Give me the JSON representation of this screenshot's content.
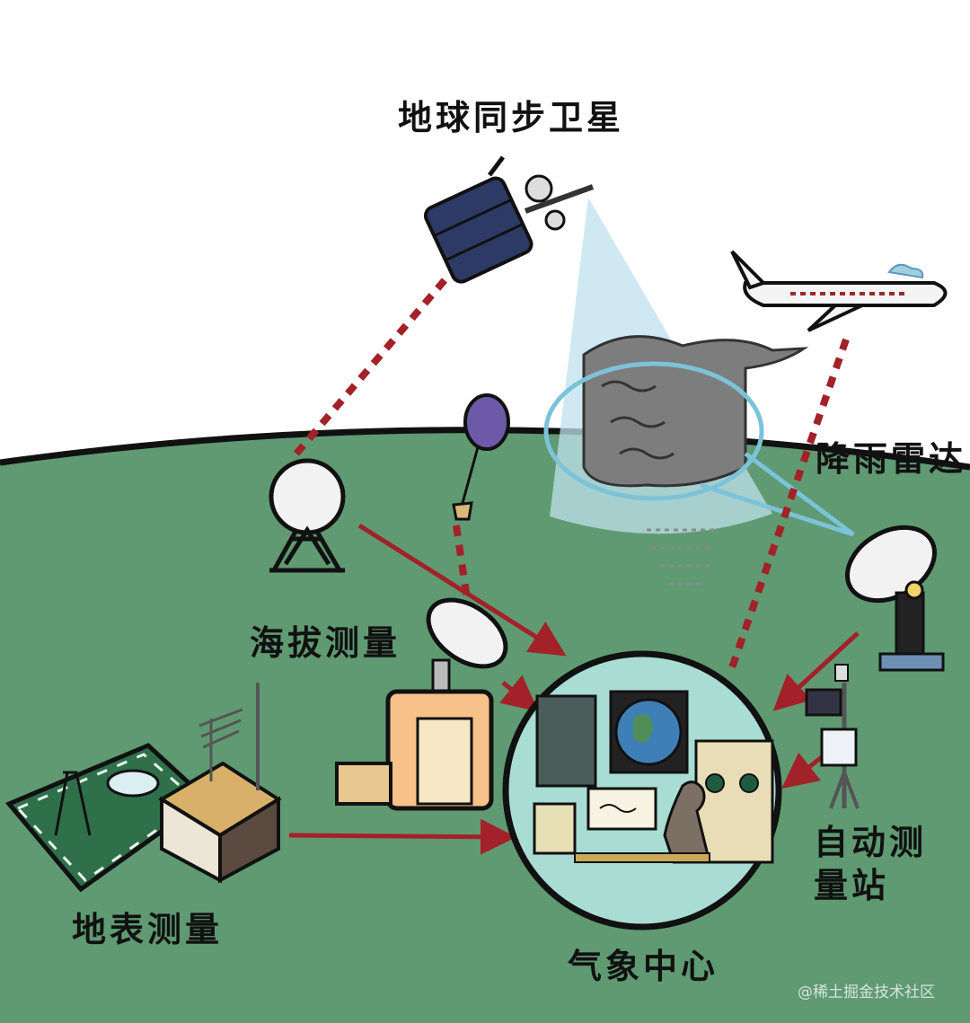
{
  "labels": {
    "satellite": "地球同步卫星",
    "rain_radar": "降雨雷达",
    "altitude": "海拔测量",
    "auto_station": "自动测\n量站",
    "surface": "地表测量",
    "center": "气象中心"
  },
  "watermark": "@稀土掘金技术社区",
  "colors": {
    "ground": "#5f9a72",
    "horizon": "#111111",
    "link": "#a32128",
    "beam": "#bfe0ec",
    "sky": "#ffffff"
  },
  "icons": [
    "satellite-icon",
    "airplane-icon",
    "cloud-icon",
    "weather-balloon-icon",
    "radiosonde-antenna-icon",
    "radar-dish-icon",
    "weather-station-icon",
    "observatory-icon",
    "surface-field-icon",
    "weather-center-icon"
  ]
}
